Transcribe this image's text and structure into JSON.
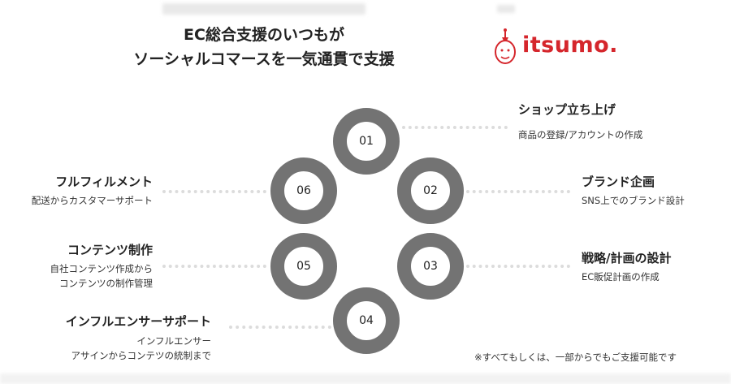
{
  "header": {
    "line1": "EC総合支援のいつもが",
    "line2": "ソーシャルコマースを一気通貫で支援"
  },
  "brand": {
    "logo_text": "itsumo.",
    "accent_color": "#d5262c",
    "mascot_icon": "mascot-face-icon"
  },
  "ring_color": "#737373",
  "steps": [
    {
      "number": "01",
      "title": "ショップ立ち上げ",
      "lines": [
        "商品の登録/アカウントの作成"
      ]
    },
    {
      "number": "02",
      "title": "ブランド企画",
      "lines": [
        "SNS上でのブランド設計"
      ]
    },
    {
      "number": "03",
      "title": "戦略/計画の設計",
      "lines": [
        "EC販促計画の作成"
      ]
    },
    {
      "number": "04",
      "title": "インフルエンサーサポート",
      "lines": [
        "インフルエンサー",
        "アサインからコンテツの統制まで"
      ]
    },
    {
      "number": "05",
      "title": "コンテンツ制作",
      "lines": [
        "自社コンテンツ作成から",
        "コンテンツの制作管理"
      ]
    },
    {
      "number": "06",
      "title": "フルフィルメント",
      "lines": [
        "配送からカスタマーサポート"
      ]
    }
  ],
  "footer_note": "※すべてもしくは、一部からでもご支援可能です"
}
